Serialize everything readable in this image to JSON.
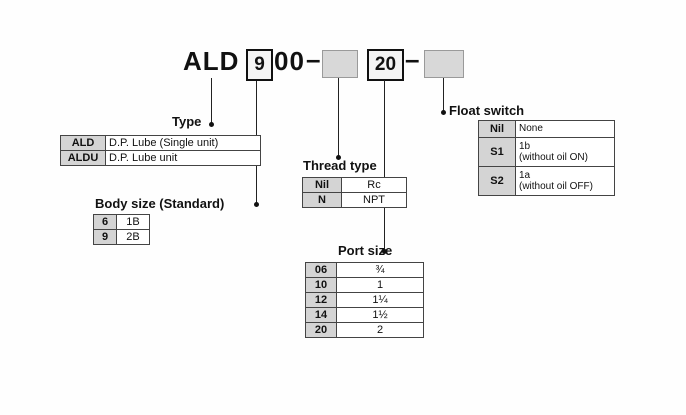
{
  "code": {
    "prefix": "ALD",
    "body_size_digit": "9",
    "series": "00",
    "dash1": "–",
    "port_size_value": "20",
    "dash2": "–"
  },
  "type": {
    "label": "Type",
    "rows": [
      {
        "code": "ALD",
        "desc": "D.P. Lube (Single unit)"
      },
      {
        "code": "ALDU",
        "desc": "D.P. Lube unit"
      }
    ]
  },
  "body_size": {
    "label": "Body size (Standard)",
    "rows": [
      {
        "code": "6",
        "desc": "1B"
      },
      {
        "code": "9",
        "desc": "2B"
      }
    ]
  },
  "thread_type": {
    "label": "Thread type",
    "rows": [
      {
        "code": "Nil",
        "desc": "Rc"
      },
      {
        "code": "N",
        "desc": "NPT"
      }
    ]
  },
  "port_size": {
    "label": "Port size",
    "rows": [
      {
        "code": "06",
        "desc": "¾"
      },
      {
        "code": "10",
        "desc": "1"
      },
      {
        "code": "12",
        "desc": "1¼"
      },
      {
        "code": "14",
        "desc": "1½"
      },
      {
        "code": "20",
        "desc": "2"
      }
    ]
  },
  "float_switch": {
    "label": "Float switch",
    "rows": [
      {
        "code": "Nil",
        "desc": "None"
      },
      {
        "code": "S1",
        "desc": "1b\n(without oil ON)"
      },
      {
        "code": "S2",
        "desc": "1a\n(without oil OFF)"
      }
    ]
  }
}
